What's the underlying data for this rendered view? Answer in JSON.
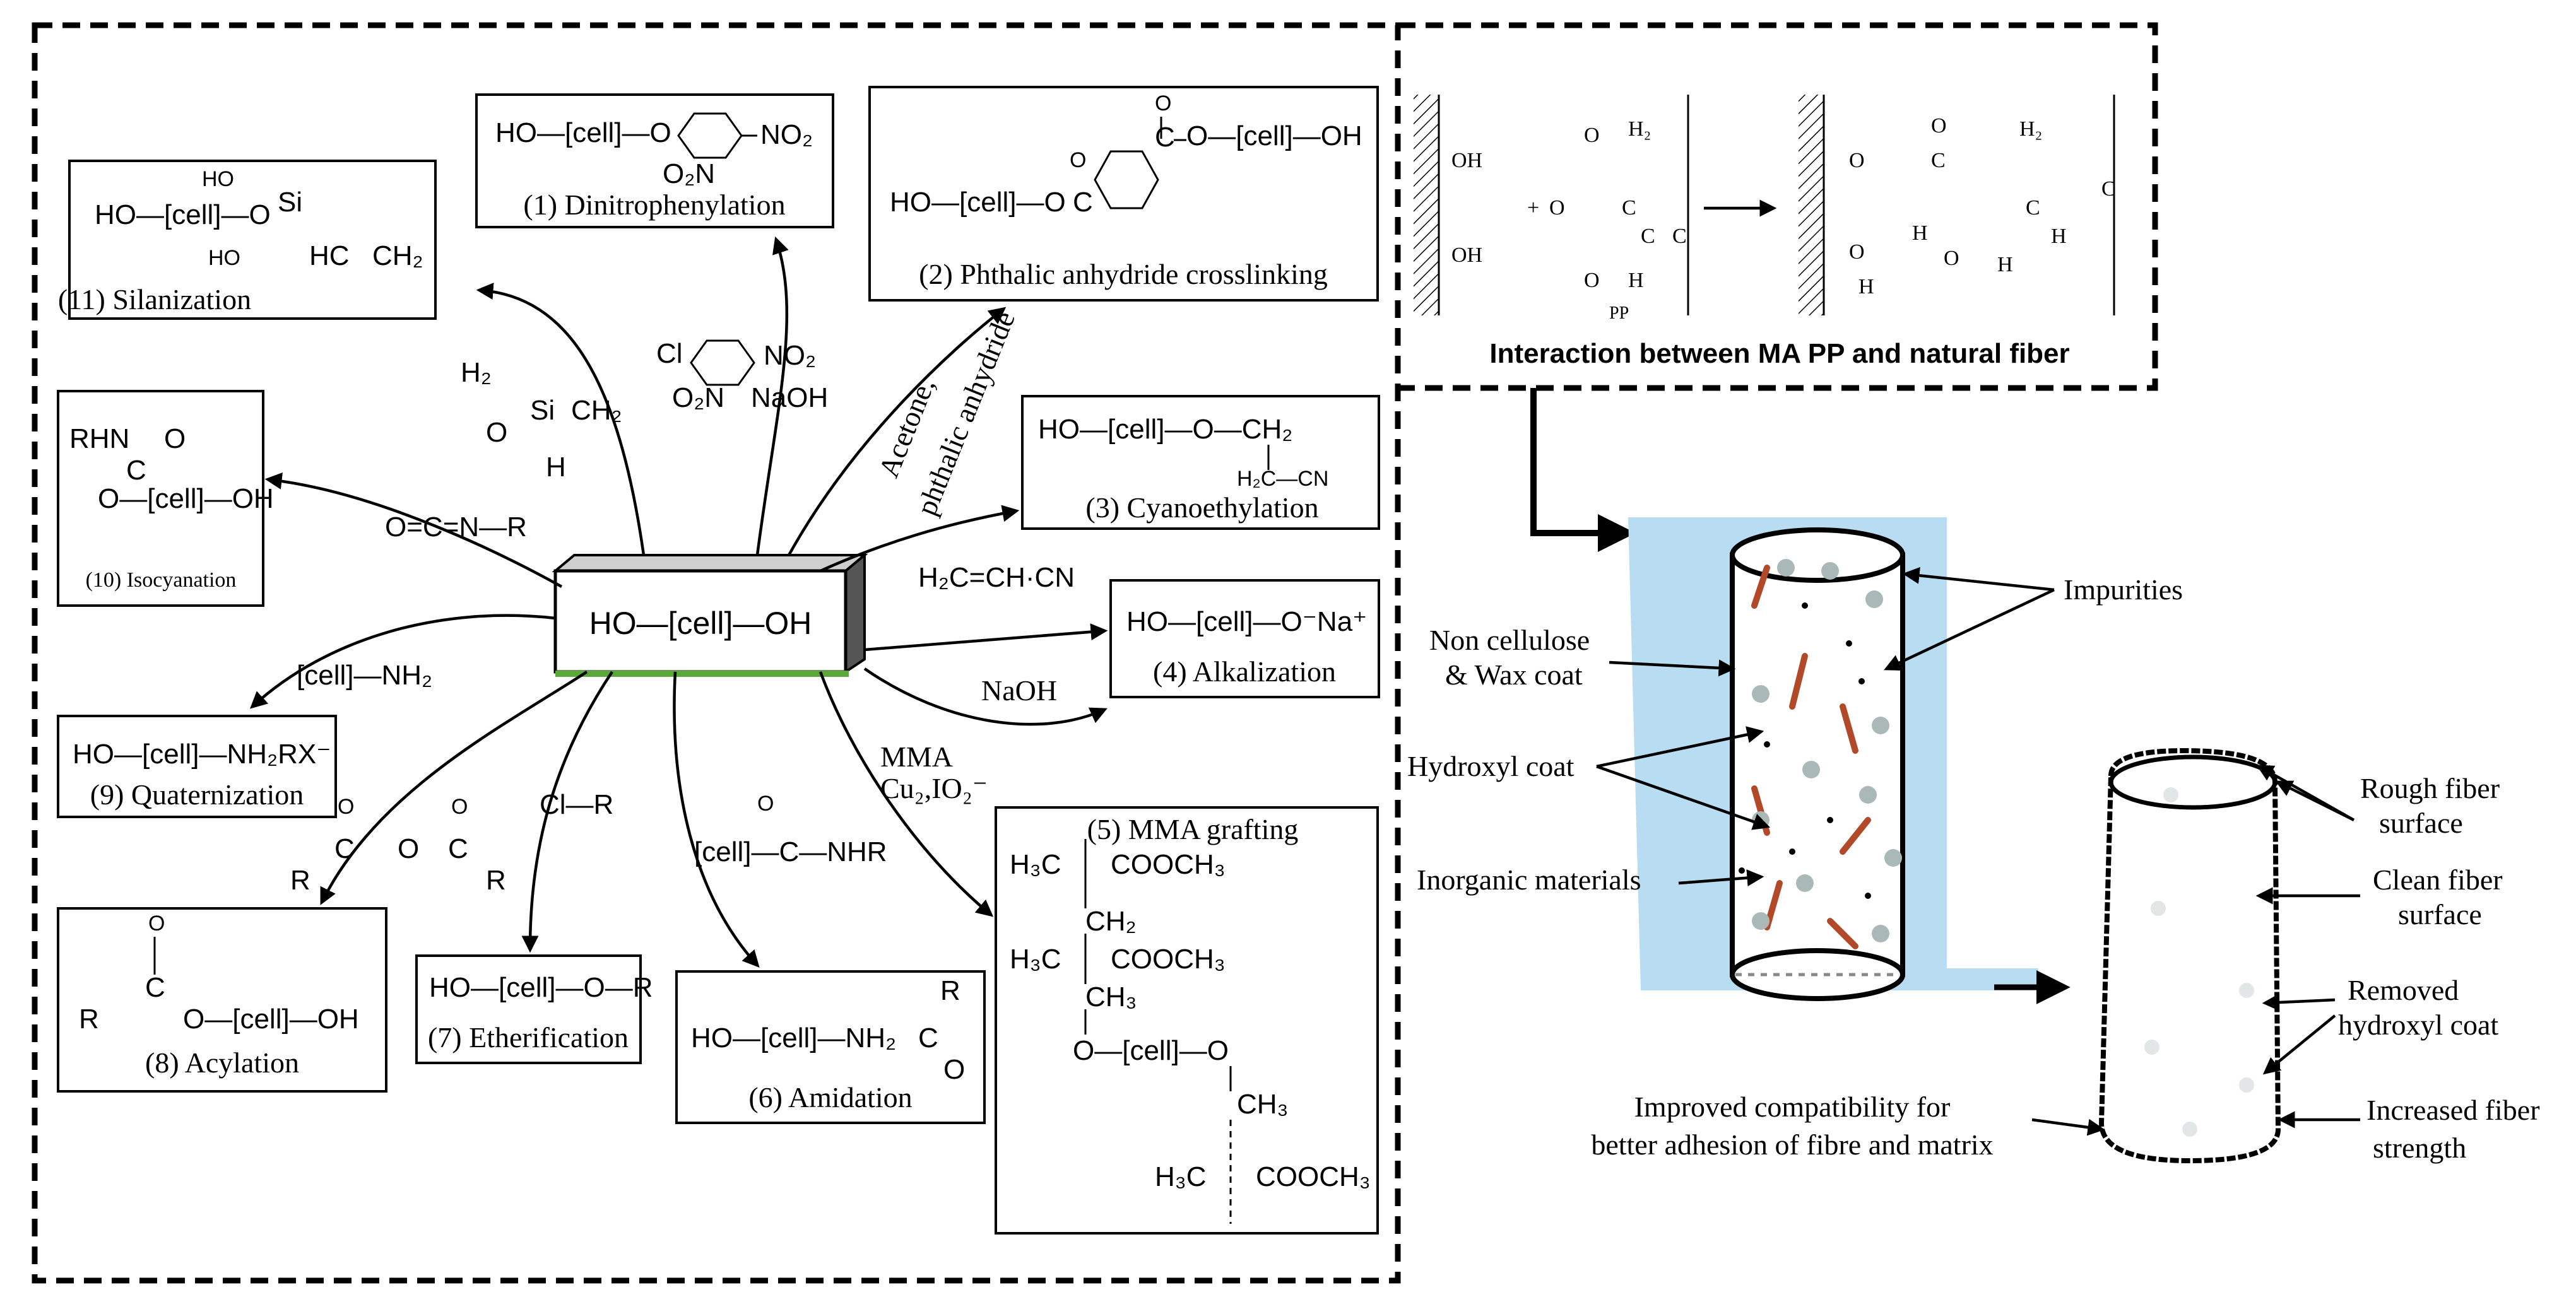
{
  "center": {
    "label": "HO—[cell]—OH"
  },
  "reactions": [
    {
      "id": 1,
      "title": "(1) Dinitrophenylation",
      "formula": "HO—[cell]—O",
      "subs": [
        "NO₂",
        "O₂N"
      ]
    },
    {
      "id": 2,
      "title": "(2) Phthalic anhydride crosslinking",
      "formula_left": "HO—[cell]—O",
      "formula_top": "O—[cell]—OH"
    },
    {
      "id": 3,
      "title": "(3) Cyanoethylation",
      "formula": "HO—[cell]—O—CH₂",
      "subs": [
        "H₂C—CN"
      ]
    },
    {
      "id": 4,
      "title": "(4) Alkalization",
      "formula": "HO—[cell]—O⁻Na⁺"
    },
    {
      "id": 5,
      "title": "(5) MMA grafting",
      "rows": [
        "H₃C",
        "COOCH₃",
        "CH₂",
        "H₃C",
        "COOCH₃",
        "CH₃",
        "O—[cell]—O",
        "CH₃",
        "H₃C",
        "COOCH₃"
      ]
    },
    {
      "id": 6,
      "title": "(6) Amidation",
      "formula": "HO—[cell]—NH₂"
    },
    {
      "id": 7,
      "title": "(7) Etherification",
      "formula": "HO—[cell]—O—R"
    },
    {
      "id": 8,
      "title": "(8) Acylation",
      "formula": "O—[cell]—OH"
    },
    {
      "id": 9,
      "title": "(9) Quaternization",
      "formula": "HO—[cell]—NH₂RX⁻"
    },
    {
      "id": 10,
      "title": "(10) Isocyanation",
      "formula": "O—[cell]—OH",
      "subs": [
        "RHN"
      ]
    },
    {
      "id": 11,
      "title": "(11) Silanization",
      "formula": "HO—[cell]—O",
      "subs": [
        "HO",
        "HO",
        "Si",
        "HC",
        "CH₂"
      ]
    }
  ],
  "reagents": {
    "dinitro": [
      "Cl",
      "NO₂",
      "O₂N",
      "NaOH"
    ],
    "phthalic": [
      "Acetone,",
      "phthalic anhydride"
    ],
    "cyano": "H₂C=CH·CN",
    "alkali": "NaOH",
    "mma": [
      "MMA",
      "Cu₂,IO₂⁻"
    ],
    "amide": "[cell]—C—NHR",
    "ether": "Cl—R",
    "acyl": "R",
    "quat": "[cell]—NH₂",
    "isocyan": "O=C=N—R",
    "silane": [
      "H₂",
      "O",
      "Si",
      "CH₂",
      "H"
    ]
  },
  "mapp": {
    "caption": "Interaction between MA PP and natural fiber",
    "labels": [
      "OH",
      "OH",
      "O",
      "O",
      "O",
      "H₂",
      "C",
      "C",
      "H",
      "C",
      "PP",
      "O",
      "O",
      "H₂",
      "C",
      "C",
      "H",
      "C",
      "H",
      "O",
      "H",
      "O",
      "H"
    ]
  },
  "fiber": {
    "left_labels": [
      "Non cellulose",
      "& Wax coat",
      "Hydroxyl coat",
      "Inorganic materials"
    ],
    "impurities": "Impurities",
    "right_labels": [
      "Rough fiber",
      "surface",
      "Clean fiber",
      "surface",
      "Removed",
      "hydroxyl coat",
      "Increased fiber",
      "strength"
    ],
    "compat": [
      "Improved compatibility for",
      "better adhesion of fibre and matrix"
    ]
  }
}
